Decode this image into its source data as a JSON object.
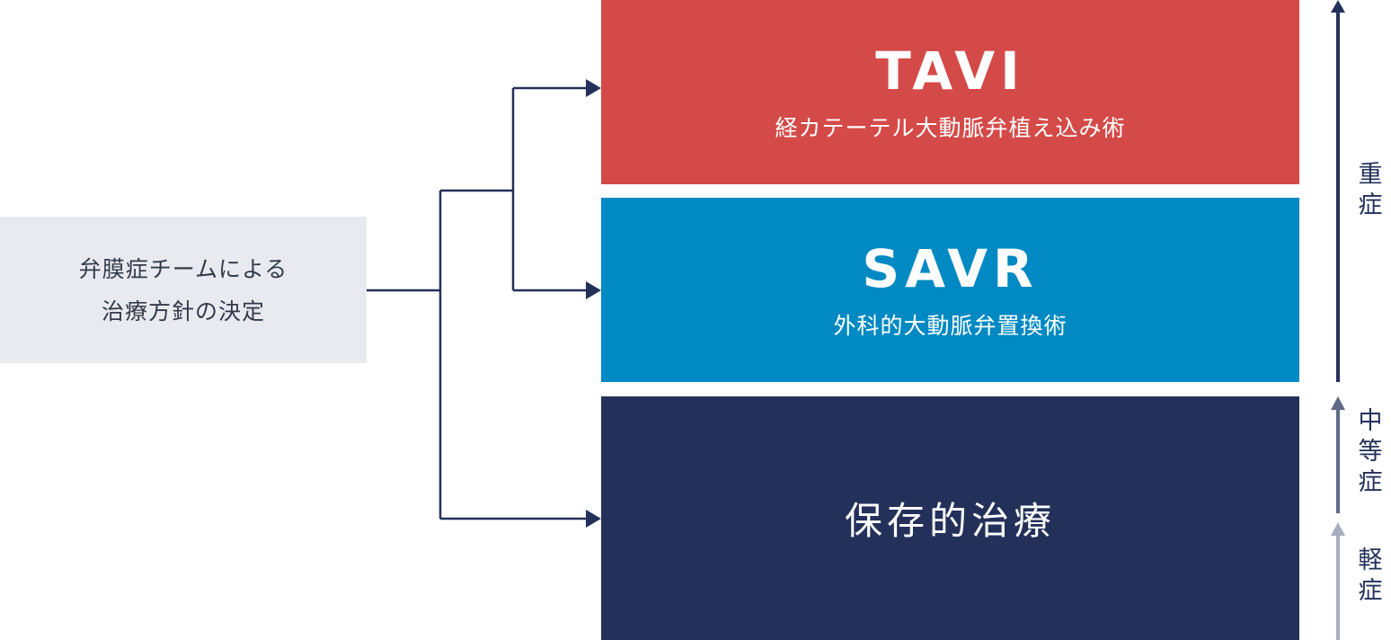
{
  "decision_box": {
    "line1": "弁膜症チームによる",
    "line2": "治療方針の決定"
  },
  "treatments": [
    {
      "abbr": "TAVI",
      "full": "経カテーテル大動脈弁植え込み術",
      "color": "#d44a48"
    },
    {
      "abbr": "SAVR",
      "full": "外科的大動脈弁置換術",
      "color": "#0089c2"
    },
    {
      "abbr": "",
      "full": "保存的治療",
      "color": "#23315a"
    }
  ],
  "severity": [
    {
      "chars": [
        "重",
        "症"
      ],
      "color": "#23315a"
    },
    {
      "chars": [
        "中",
        "等",
        "症"
      ],
      "color": "#5e6a85"
    },
    {
      "chars": [
        "軽",
        "症"
      ],
      "color": "#a6aec0"
    }
  ],
  "connector_color": "#23315a"
}
